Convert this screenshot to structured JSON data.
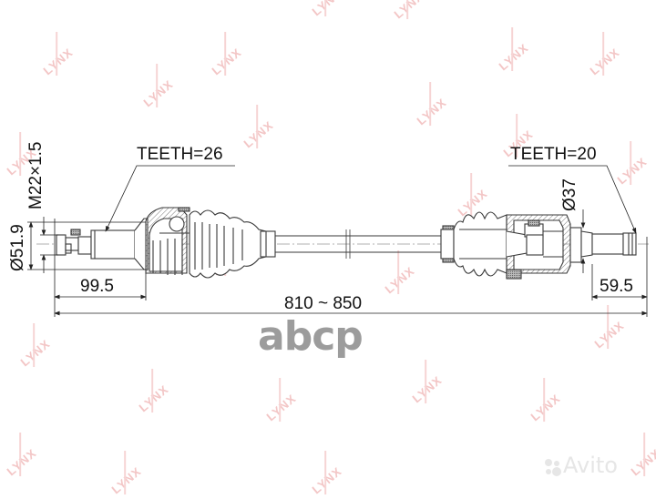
{
  "diagram": {
    "title": "CV drive shaft technical drawing",
    "brand_watermark": "LYNX",
    "labels": {
      "left_teeth": "TEETH=26",
      "right_teeth": "TEETH=20",
      "thread": "M22×1.5",
      "left_diameter": "Ø51.9",
      "right_diameter": "Ø37",
      "left_length": "99.5",
      "right_length": "59.5",
      "overall_length": "810 ~ 850"
    },
    "colors": {
      "line": "#3a3a3a",
      "watermark": "#f3c6c6",
      "background": "#ffffff"
    }
  },
  "overlays": {
    "abcp_logo": "abcp",
    "avito_logo": "Avito"
  }
}
